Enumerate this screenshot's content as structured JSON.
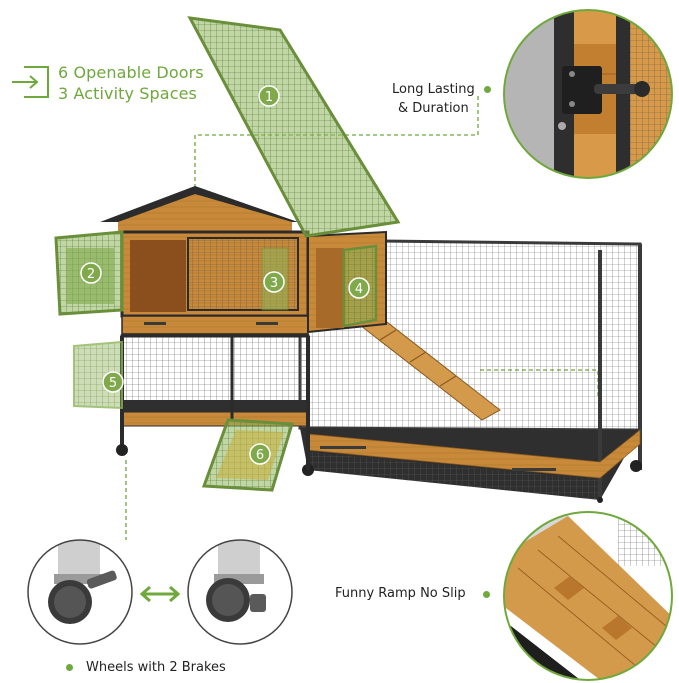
{
  "headline": {
    "line1": "6 Openable Doors",
    "line2": "3 Activity Spaces"
  },
  "callouts": {
    "long_lasting_line1": "Long Lasting",
    "long_lasting_line2": "& Duration",
    "ramp": "Funny Ramp No Slip",
    "wheels": "Wheels with 2 Brakes"
  },
  "door_markers": [
    "1",
    "2",
    "3",
    "4",
    "5",
    "6"
  ],
  "colors": {
    "accent": "#6fa83c",
    "door_tint": "#7fa94a",
    "wood": "#c88a3a",
    "frame": "#3a3a3a",
    "roof": "#2b2b2b"
  },
  "icons": {
    "enter": "arrow-into-box-icon",
    "double_arrow": "double-arrow-icon"
  }
}
